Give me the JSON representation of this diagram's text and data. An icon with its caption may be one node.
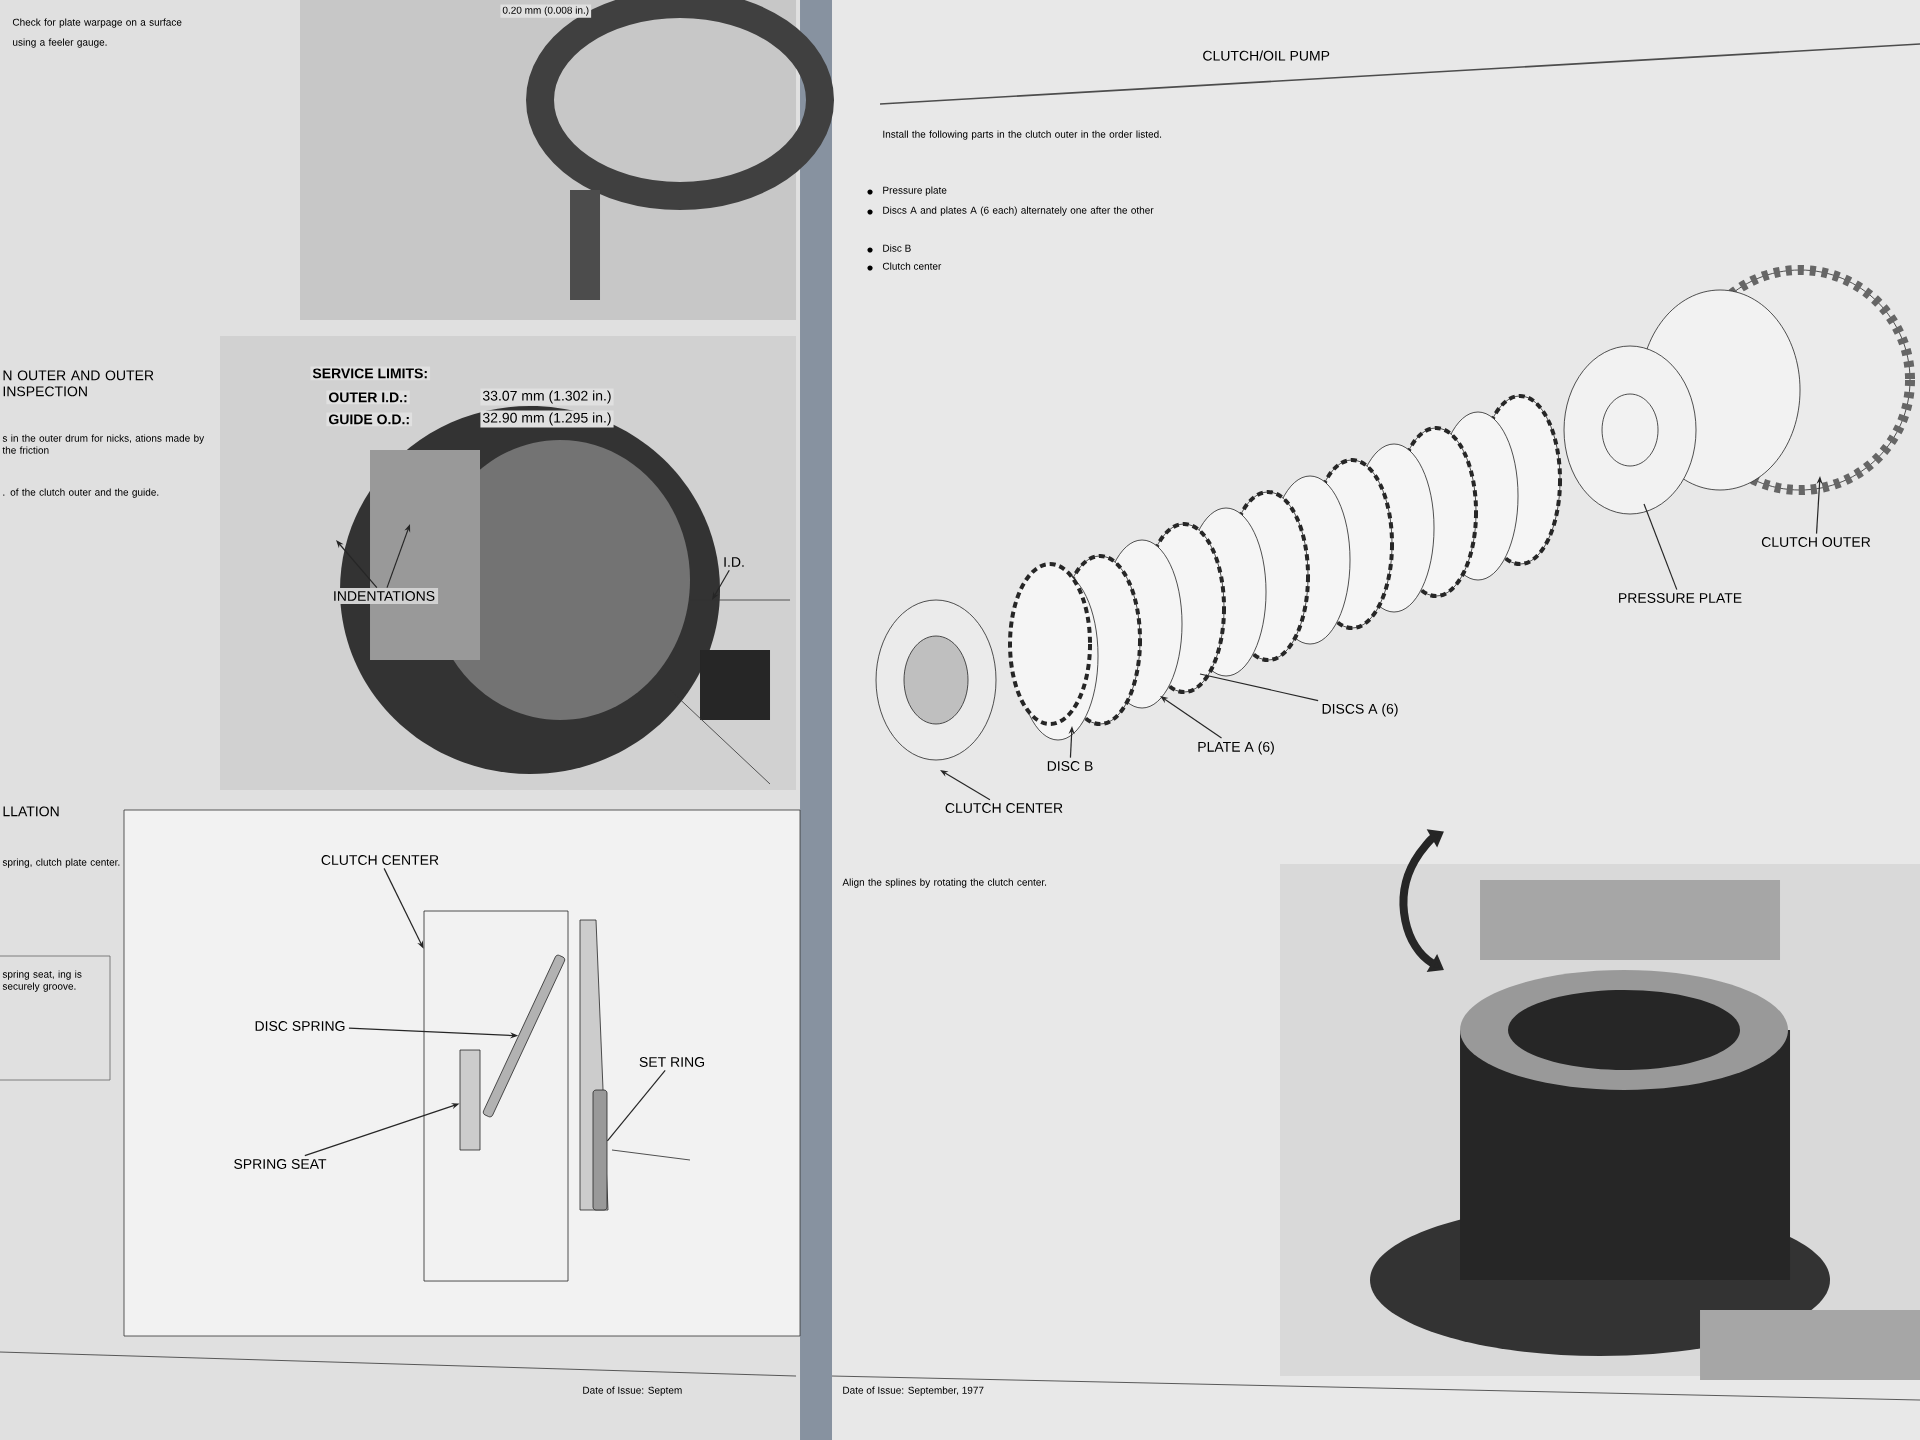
{
  "diagram": {
    "title": "CLUTCH/OIL PUMP",
    "nodes": [
      {
        "text": [
          "INDENTATIONS"
        ]
      },
      {
        "text": [
          "I.D."
        ]
      },
      {
        "text": [
          "CLUTCH CENTER"
        ]
      },
      {
        "text": [
          "DISC SPRING"
        ]
      },
      {
        "text": [
          "SET RING"
        ]
      },
      {
        "text": [
          "SPRING SEAT"
        ]
      },
      {
        "text": [
          "CLUTCH OUTER"
        ]
      },
      {
        "text": [
          "PRESSURE PLATE"
        ]
      },
      {
        "text": [
          "DISCS A (6)"
        ]
      },
      {
        "text": [
          "PLATE A (6)"
        ]
      },
      {
        "text": [
          "DISC B"
        ]
      },
      {
        "text": [
          "CLUTCH CENTER"
        ]
      },
      {
        "text": [],
        "shape": "box"
      },
      {
        "text": [],
        "shape": "box",
        "in": 12
      },
      {
        "text": [],
        "shape": "bar",
        "in": 12
      },
      {
        "text": [],
        "shape": "bar"
      }
    ],
    "edges": [
      {
        "from": 0,
        "to": null,
        "arrow": "to"
      },
      {
        "from": 0,
        "to": null,
        "arrow": "to"
      },
      {
        "from": 1,
        "to": null,
        "arrow": "to"
      },
      {
        "from": 2,
        "to": 12,
        "arrow": "to"
      },
      {
        "from": 3,
        "to": 14,
        "arrow": "to"
      },
      {
        "from": 4,
        "to": 15,
        "arrow": "none"
      },
      {
        "from": 5,
        "to": 13,
        "arrow": "to"
      },
      {
        "from": 6,
        "to": null,
        "arrow": "to"
      },
      {
        "from": 7,
        "to": null,
        "arrow": "none"
      },
      {
        "from": 8,
        "to": null,
        "arrow": "none"
      },
      {
        "from": 9,
        "to": null,
        "arrow": "to"
      },
      {
        "from": 10,
        "to": null,
        "arrow": "to"
      },
      {
        "from": 11,
        "to": null,
        "arrow": "to"
      }
    ],
    "labels": [
      "Check for plate warpage on a surface",
      "using a feeler gauge.",
      "0.20 mm (0.008 in.)",
      "N OUTER AND OUTER INSPECTION",
      "s in the outer drum for nicks, ations made by the friction",
      ". of the clutch outer and the guide.",
      "SERVICE LIMITS:",
      "OUTER I.D.:",
      "33.07 mm (1.302 in.)",
      "GUIDE O.D.:",
      "32.90 mm (1.295 in.)",
      "LLATION",
      "spring, clutch plate center.",
      "spring seat, ing is securely groove.",
      "Date of Issue: Septem",
      "Install the following parts in the clutch outer in the order listed.",
      "Pressure plate",
      "Discs A and plates A (6 each) alternately one after the other",
      "Disc B",
      "Clutch center",
      "Align the splines by rotating the clutch center.",
      "Date of Issue: September, 1977"
    ]
  }
}
